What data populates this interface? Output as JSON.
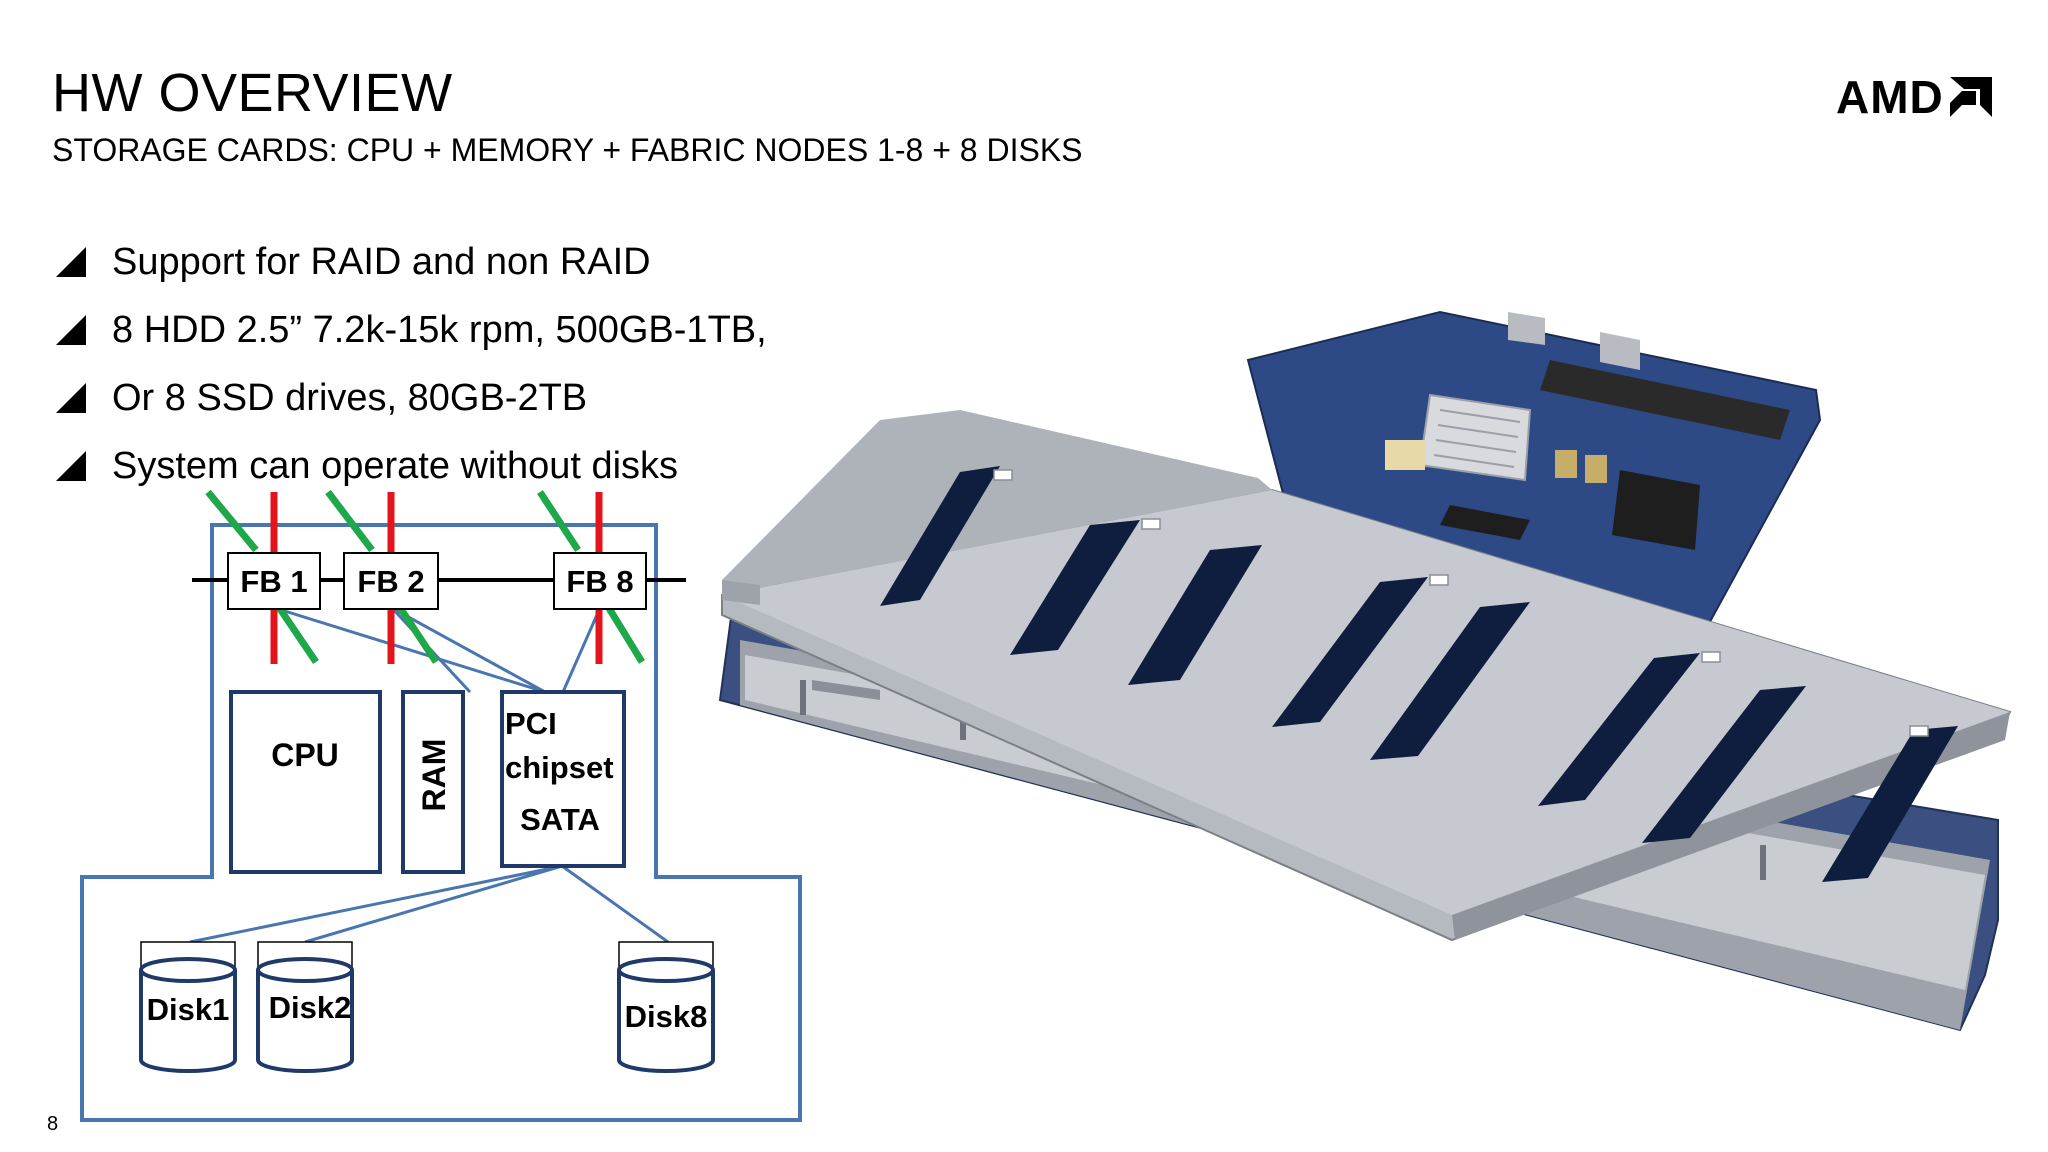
{
  "slide": {
    "title": "HW OVERVIEW",
    "subtitle": "STORAGE CARDS: CPU + MEMORY + FABRIC NODES 1-8 + 8 DISKS",
    "logo_text": "AMD",
    "page_number": "8"
  },
  "bullets": [
    "Support for RAID and non RAID",
    "8 HDD 2.5” 7.2k-15k rpm, 500GB-1TB,",
    "Or 8 SSD drives, 80GB-2TB",
    "System can operate without disks"
  ],
  "diagram": {
    "fabric_nodes": [
      "FB 1",
      "FB 2",
      "FB 8"
    ],
    "cpu_label": "CPU",
    "ram_label": "RAM",
    "chipset_lines": [
      "PCI",
      "chipset",
      "SATA"
    ],
    "disks": [
      "Disk1",
      "Disk2",
      "Disk8"
    ],
    "colors": {
      "line": "#4a76b0",
      "red": "#e3141b",
      "green": "#1fa84a",
      "dark": "#1f3a68"
    }
  }
}
